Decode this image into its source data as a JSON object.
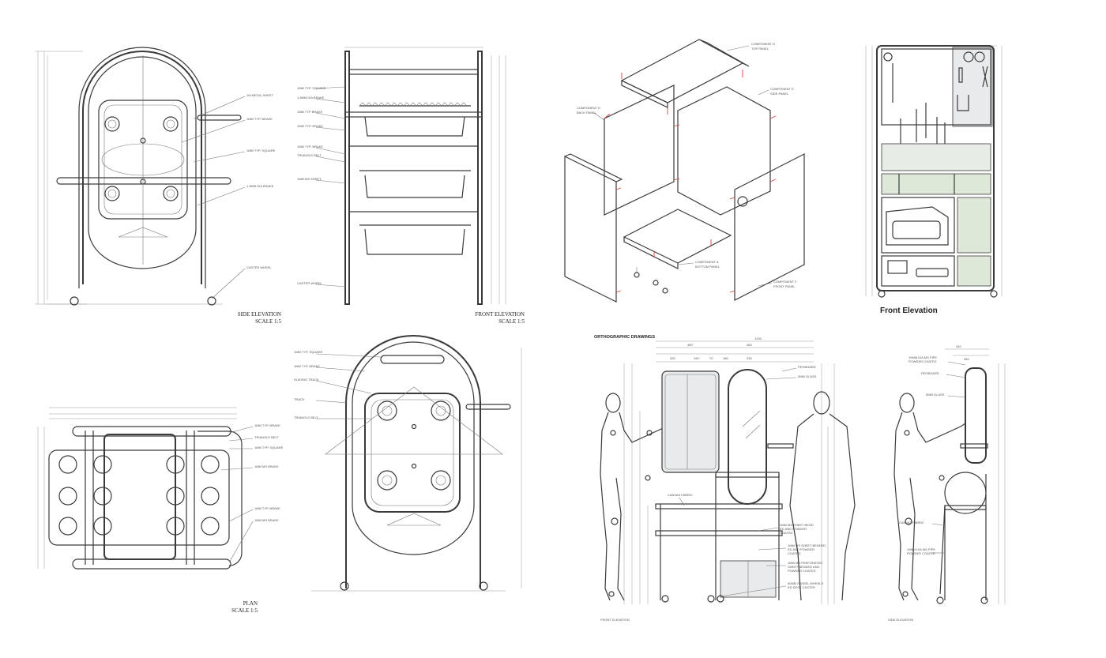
{
  "captions": {
    "side_elevation": "SIDE ELEVATION",
    "side_scale": "SCALE 1:5",
    "front_elevation": "FRONT ELEVATION",
    "front_scale": "SCALE 1:5",
    "plan": "PLAN",
    "plan_scale": "SCALE 1:5",
    "front_elevation_color": "Front Elevation",
    "orthographic": "ORTHOGRAPHIC DRAWINGS",
    "ortho_front": "FRONT ELEVATION",
    "ortho_side": "SIDE ELEVATION"
  },
  "components": {
    "top": [
      "COMPONENT D",
      "TOP PANEL"
    ],
    "side": [
      "COMPONENT E",
      "SIDE PANEL"
    ],
    "back": [
      "COMPONENT D",
      "BACK PANEL"
    ],
    "bottom": [
      "COMPONENT A",
      "BOTTOM PANEL"
    ],
    "front": [
      "COMPONENT F",
      "FRONT PANEL"
    ]
  },
  "ortho_labels": {
    "pegboard": "PEGBOARD",
    "glass": "5MM GLASS",
    "canvas": "CANVAS FABRIC",
    "sheet1": [
      "1MM MS SHEET BEND",
      "ED AND POWDER",
      "COATED"
    ],
    "sheet2": [
      "1MM MS SHEET BENDED",
      "ED AND POWDER",
      "COATED"
    ],
    "sheet3": [
      "1MM MS PERFORATED",
      "SHEET BENDED AND",
      "POWDER COATED"
    ],
    "caster": [
      "80MM SWIVEL WHEELS",
      "ED DESK CASTER"
    ],
    "side_pipe": [
      "19MM DIA MS PIPE",
      "POWDER COATED"
    ],
    "side_pegboard": "PEGBOARD",
    "side_glass": "5MM GLASS",
    "side_canvas": "CANVAS FABRIC",
    "side_pipe2": [
      "19MM DIA MS PIPE",
      "POWDER COATED"
    ]
  },
  "dimensions": {
    "overall": "1240",
    "d460a": "460",
    "d460b": "460",
    "d320": "320",
    "d190": "190",
    "d70": "70",
    "d180": "180",
    "d230": "230",
    "side_440": "440",
    "side_360": "360"
  },
  "colors": {
    "line": "#3a3a3a",
    "panel_green": "#dde8d8",
    "glass": "#e6ece6",
    "dim_red": "#d04040",
    "pegboard": "#e8eaec"
  }
}
